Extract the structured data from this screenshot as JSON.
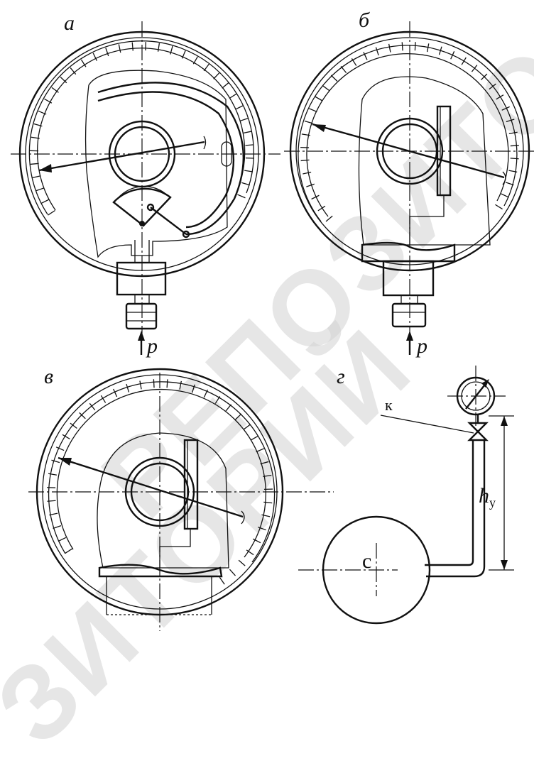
{
  "labels": {
    "panel_a": "а",
    "panel_b": "б",
    "panel_c": "в",
    "panel_d": "г",
    "pressure_a": "p",
    "pressure_b": "p",
    "point_k": "к",
    "vessel_c": "с",
    "height_h": "h",
    "height_sub": "у"
  },
  "watermark": {
    "text_1": "РЕПОЗИТОРИЙ",
    "text_2": "ЗИТОРИЙ"
  }
}
